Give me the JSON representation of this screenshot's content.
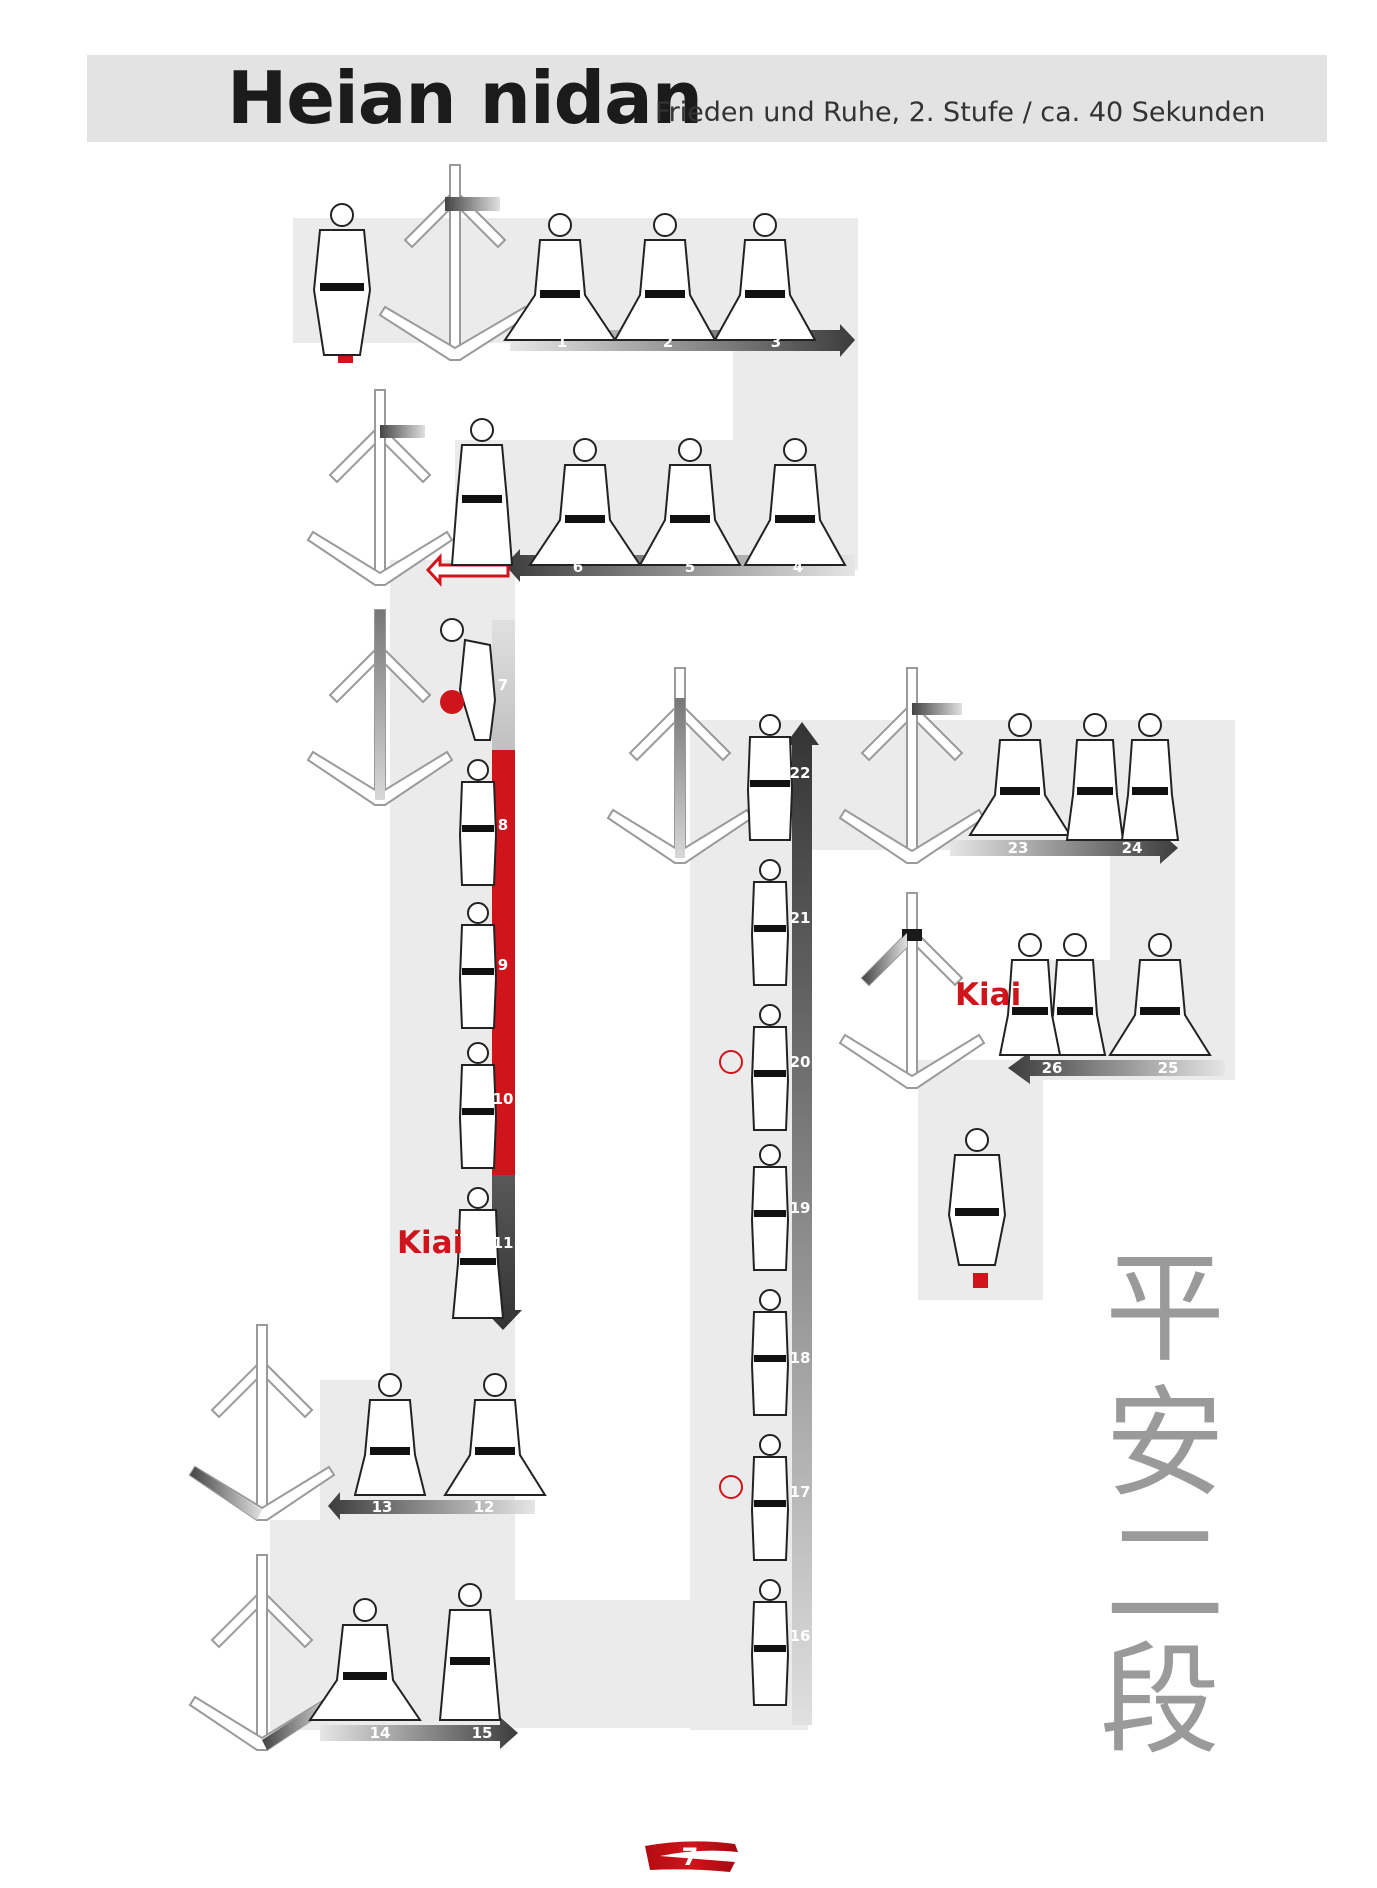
{
  "header": {
    "title": "Heian nidan",
    "subtitle": "Frieden und Ruhe, 2. Stufe / ca. 40 Sekunden"
  },
  "kata": {
    "steps": [
      {
        "number": "1"
      },
      {
        "number": "2"
      },
      {
        "number": "3"
      },
      {
        "number": "4"
      },
      {
        "number": "5"
      },
      {
        "number": "6"
      },
      {
        "number": "7"
      },
      {
        "number": "8"
      },
      {
        "number": "9"
      },
      {
        "number": "10"
      },
      {
        "number": "11"
      },
      {
        "number": "12"
      },
      {
        "number": "13"
      },
      {
        "number": "14"
      },
      {
        "number": "15"
      },
      {
        "number": "16"
      },
      {
        "number": "17"
      },
      {
        "number": "18"
      },
      {
        "number": "19"
      },
      {
        "number": "20"
      },
      {
        "number": "21"
      },
      {
        "number": "22"
      },
      {
        "number": "23"
      },
      {
        "number": "24"
      },
      {
        "number": "25"
      },
      {
        "number": "26"
      }
    ],
    "kiai_labels": [
      "Kiai",
      "Kiai"
    ]
  },
  "calligraphy": [
    "平",
    "安",
    "二",
    "段"
  ],
  "footer": {
    "page_number": "7"
  },
  "colors": {
    "accent_red": "#d0141b",
    "path_gray": "#ebebeb",
    "header_gray": "#e3e3e3",
    "arrow_dark": "#555555"
  }
}
